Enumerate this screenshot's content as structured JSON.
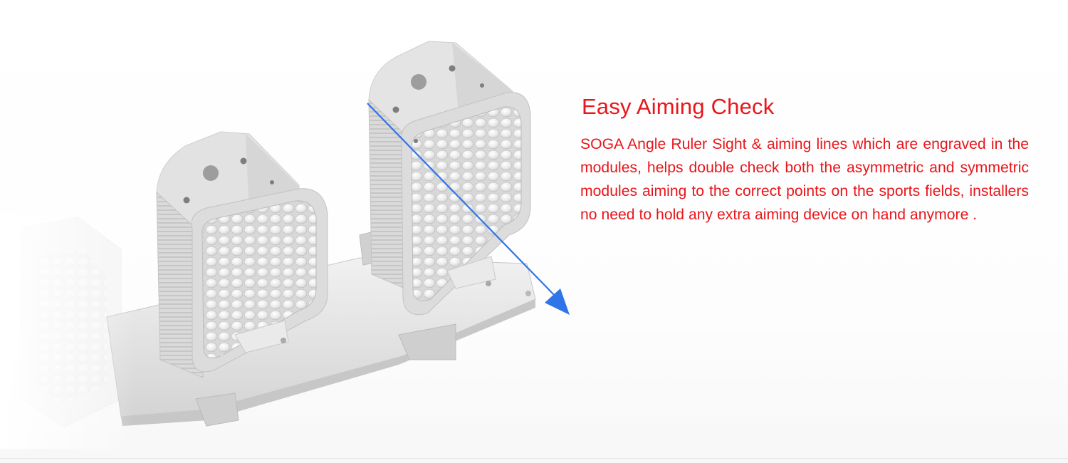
{
  "feature": {
    "title": "Easy Aiming Check",
    "description": "SOGA Angle Ruler Sight & aiming lines which are engraved in the modules, helps double check both the asymmetric and symmetric modules aiming to the correct points on the sports fields, installers no need to hold any extra aiming device on hand anymore ."
  },
  "colors": {
    "text_accent": "#e8161b",
    "aiming_arrow": "#2f74e8",
    "housing": "#e4e4e4",
    "background": "#ffffff"
  },
  "image": {
    "subject": "twin-module LED floodlight with blue aiming arrow",
    "icon": "aiming-direction-arrow-icon"
  }
}
